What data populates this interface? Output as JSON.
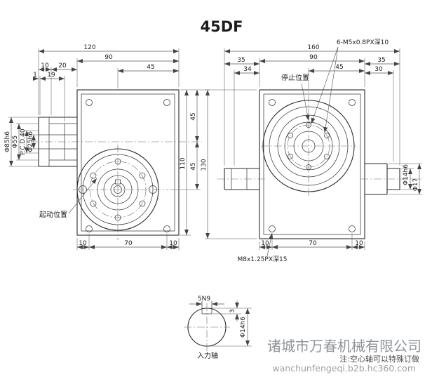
{
  "title": "45DF",
  "front": {
    "d120": "120",
    "d90": "90",
    "d45": "45",
    "d10": "10",
    "d20": "20",
    "d1": "1",
    "d19": "19",
    "dia85": "Φ85h6",
    "dia55": "Φ55",
    "pcd40": "P.C.D.40",
    "dia25": "Φ25h6",
    "d110": "110",
    "d45a": "45",
    "d45b": "45",
    "d130": "130",
    "b10l": "10",
    "b70": "70",
    "b10r": "10",
    "start_label": "起动位置"
  },
  "side": {
    "d160": "160",
    "d90": "90",
    "d45": "45",
    "d35l": "35",
    "d34": "34",
    "d35r": "35",
    "d30": "30",
    "dia14": "Φ14h6",
    "dia17": "Φ17",
    "b10l": "10",
    "b70": "70",
    "b10r": "10",
    "stop_label": "停止位置",
    "callout_top": "6-M5x0.8PX深10",
    "callout_bottom": "M8x1.25PX深15"
  },
  "detail": {
    "key": "5N9",
    "depth": "3",
    "dia": "Φ14h6",
    "label": "入力轴"
  },
  "footer": {
    "company": "诸城市万春机械有限公司",
    "note": "注:空心轴可以特殊订做",
    "watermark": "wanchunfengeqi.b2b.hc360.com"
  }
}
